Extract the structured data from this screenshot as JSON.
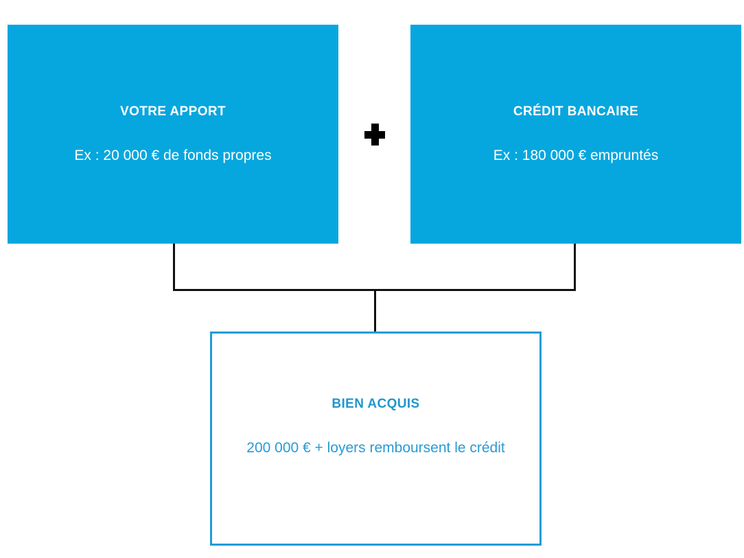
{
  "diagram": {
    "type": "flow-diagram",
    "title_implied": "Financement immobilier",
    "colors": {
      "box_fill": "#06a7de",
      "box_text": "#ffffff",
      "result_border": "#1e9cd7",
      "result_title_text": "#2196ce",
      "result_body_text": "#2b9ad2",
      "connector": "#111111",
      "background": "#ffffff"
    },
    "sources": [
      {
        "id": "apport",
        "title": "VOTRE APPORT",
        "body": "Ex : 20 000 € de fonds propres"
      },
      {
        "id": "credit",
        "title": "CRÉDIT BANCAIRE",
        "body": "Ex : 180 000 € empruntés"
      }
    ],
    "operator": {
      "icon": "plus-icon",
      "symbol": "+"
    },
    "result": {
      "id": "bien",
      "title": "BIEN ACQUIS",
      "body": "200 000 € + loyers remboursent le crédit"
    }
  }
}
